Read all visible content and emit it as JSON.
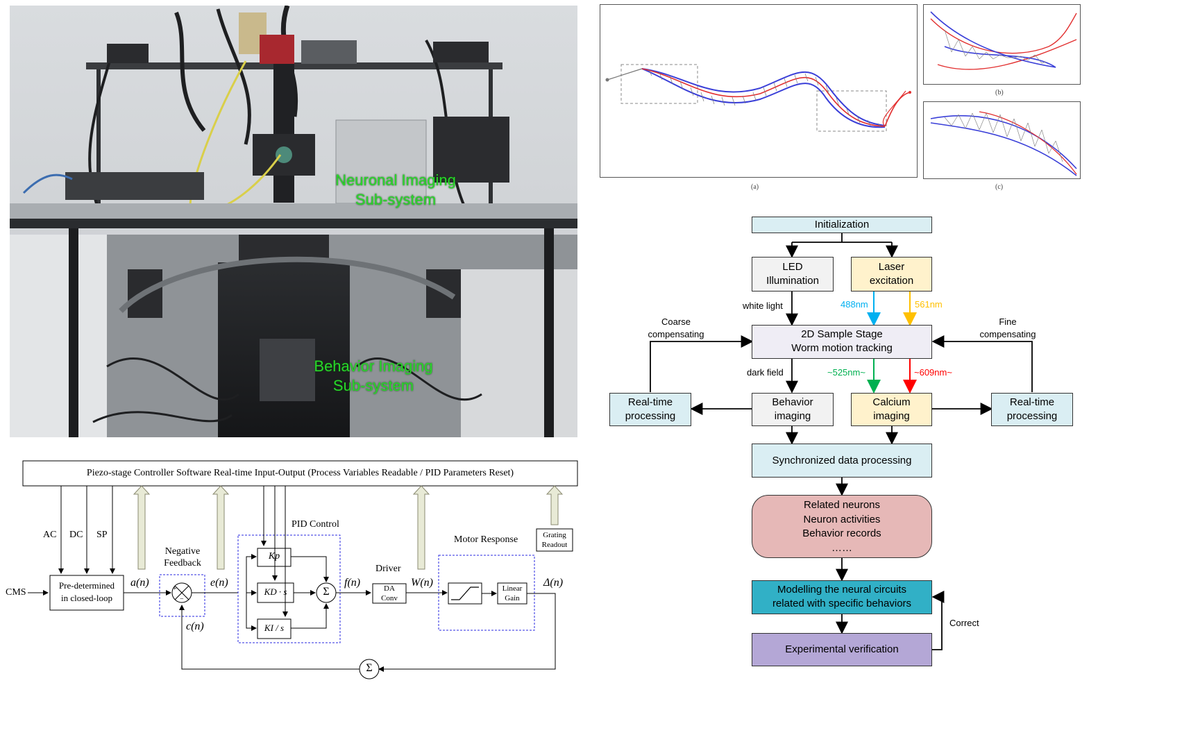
{
  "photo": {
    "label_neuronal": [
      "Neuronal Imaging",
      "Sub-system"
    ],
    "label_behavior": [
      "Behavior Imaging",
      "Sub-system"
    ],
    "label_color": "#29d62a"
  },
  "worm_panels": {
    "a_caption": "(a)",
    "b_caption": "(b)",
    "c_caption": "(c)",
    "blue": "#3a3fd8",
    "red": "#e23030"
  },
  "flow": {
    "init": "Initialization",
    "led": [
      "LED",
      "Illumination"
    ],
    "laser": [
      "Laser",
      "excitation"
    ],
    "white_light": "white light",
    "nm488": "488nm",
    "nm561": "561nm",
    "stage": [
      "2D Sample Stage",
      "Worm motion tracking"
    ],
    "coarse": [
      "Coarse",
      "compensating"
    ],
    "fine": [
      "Fine",
      "compensating"
    ],
    "dark_field": "dark field",
    "nm525": "~525nm~",
    "nm609": "~609nm~",
    "rt_left": [
      "Real-time",
      "processing"
    ],
    "behavior": [
      "Behavior",
      "imaging"
    ],
    "calcium": [
      "Calcium",
      "imaging"
    ],
    "rt_right": [
      "Real-time",
      "processing"
    ],
    "sync": "Synchronized data processing",
    "results": [
      "Related neurons",
      "Neuron activities",
      "Behavior records",
      "……"
    ],
    "modelling": [
      "Modelling the neural circuits",
      "related with specific behaviors"
    ],
    "correct": "Correct",
    "verify": "Experimental verification",
    "colors": {
      "light_blue": "#daeef3",
      "grey_box": "#f2f2f2",
      "yellow": "#fff2cc",
      "lavender": "#efedf5",
      "pink": "#e6b8b7",
      "teal": "#31b0c6",
      "purple": "#b4a7d6",
      "c488": "#00b0f0",
      "c561": "#ffc000",
      "c525": "#00b050",
      "c609": "#ff0000"
    }
  },
  "pid": {
    "top_bar": "Piezo-stage Controller Software Real-time Input-Output  (Process Variables Readable / PID Parameters Reset)",
    "ac": "AC",
    "dc": "DC",
    "sp": "SP",
    "cms": "CMS",
    "predet": [
      "Pre-determined",
      "in closed-loop"
    ],
    "a_n": "a(n)",
    "neg_fb": [
      "Negative",
      "Feedback"
    ],
    "e_n": "e(n)",
    "c_n": "c(n)",
    "pid_control": "PID Control",
    "kp": "Kp",
    "kd": "KD · s",
    "ki": "KI / s",
    "sigma": "Σ",
    "f_n": "f(n)",
    "driver": "Driver",
    "da_conv": [
      "DA",
      "Conv"
    ],
    "w_n": "W(n)",
    "motor": "Motor Response",
    "linear_gain": [
      "Linear",
      "Gain"
    ],
    "grating": [
      "Grating",
      "Readout"
    ],
    "delta_n": "Δ(n)",
    "plus": "+",
    "minus": "−"
  }
}
